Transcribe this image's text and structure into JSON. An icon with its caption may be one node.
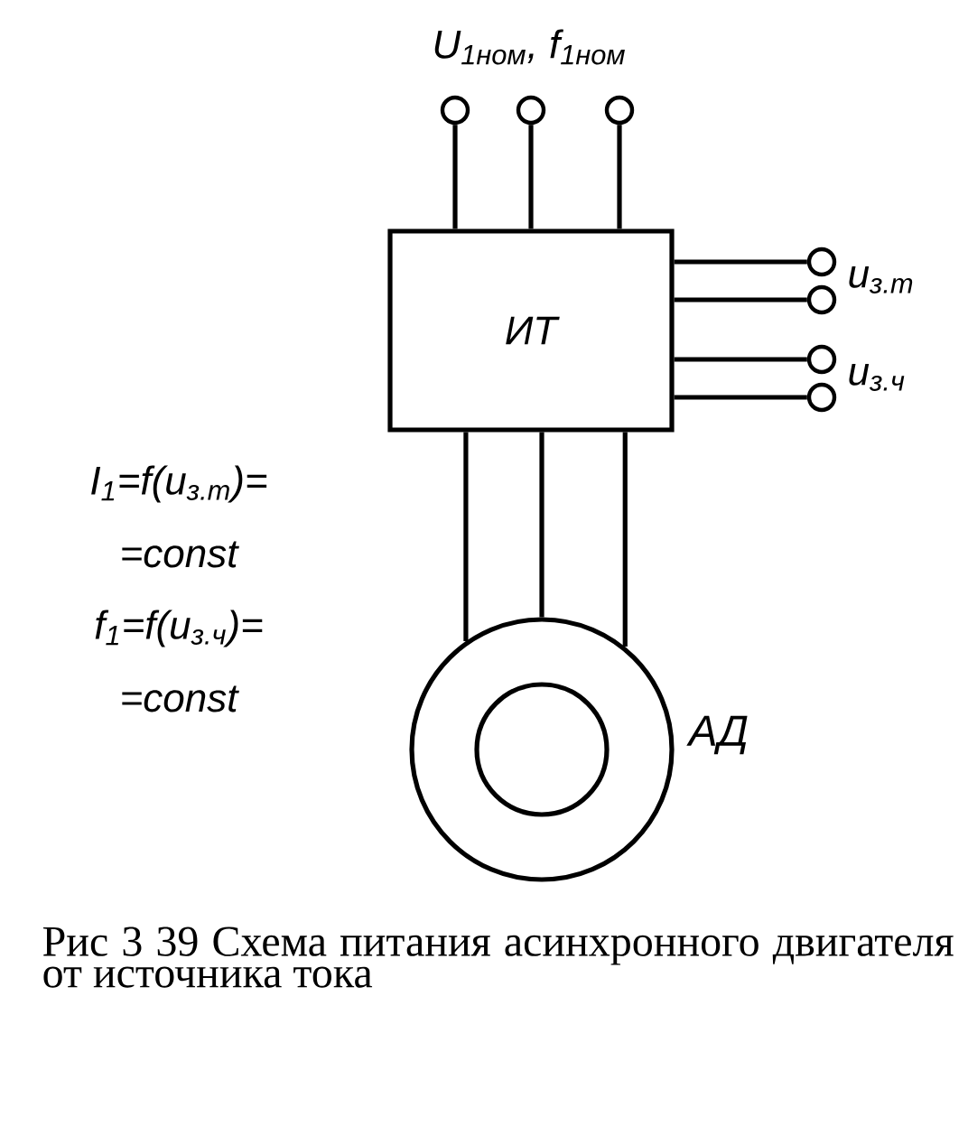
{
  "diagram": {
    "caption": "Рис 3 39 Схема питания асинхронного двигателя от источника тока",
    "nodes": [
      {
        "text": [],
        "shape": "circle"
      },
      {
        "text": [],
        "shape": "circle"
      },
      {
        "text": [],
        "shape": "circle"
      },
      {
        "text": [
          "ИТ"
        ]
      },
      {
        "text": [],
        "shape": "circle"
      },
      {
        "text": [],
        "shape": "circle"
      },
      {
        "text": [],
        "shape": "circle"
      },
      {
        "text": [],
        "shape": "circle"
      },
      {
        "text": [],
        "shape": "circle",
        "beside": [
          "АД"
        ]
      }
    ],
    "edges": [
      {
        "from": 0,
        "to": 3,
        "arrow": "none"
      },
      {
        "from": 1,
        "to": 3,
        "arrow": "none"
      },
      {
        "from": 2,
        "to": 3,
        "arrow": "none"
      },
      {
        "from": 3,
        "to": 4,
        "arrow": "none"
      },
      {
        "from": 3,
        "to": 5,
        "arrow": "none"
      },
      {
        "from": 3,
        "to": 6,
        "arrow": "none"
      },
      {
        "from": 3,
        "to": 7,
        "arrow": "none"
      },
      {
        "from": 3,
        "to": 8,
        "arrow": "none"
      },
      {
        "from": 3,
        "to": 8,
        "arrow": "none"
      },
      {
        "from": 3,
        "to": 8,
        "arrow": "none"
      }
    ],
    "labels": [
      "U$_{1ном}$, f$_{1ном}$",
      "u$_{з.т}$",
      "u$_{з.ч}$",
      "I$_{1}$=f(u$_{з.т}$)=",
      "=const",
      "f$_{1}$=f(u$_{з.ч}$)=",
      "=const"
    ]
  }
}
